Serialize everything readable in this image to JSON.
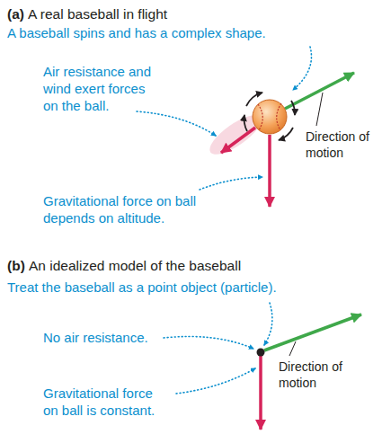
{
  "diagram": {
    "labels": [
      "(a)",
      "A real baseball in flight",
      "A baseball spins and has a complex shape.",
      "Air resistance and wind exert forces on the ball.",
      "Direction of motion",
      "Gravitational force on ball depends on altitude.",
      "(b)",
      "An idealized model of the baseball",
      "Treat the baseball as a point object (particle).",
      "No air resistance.",
      "Direction of motion",
      "Gravitational force on ball is constant."
    ]
  }
}
